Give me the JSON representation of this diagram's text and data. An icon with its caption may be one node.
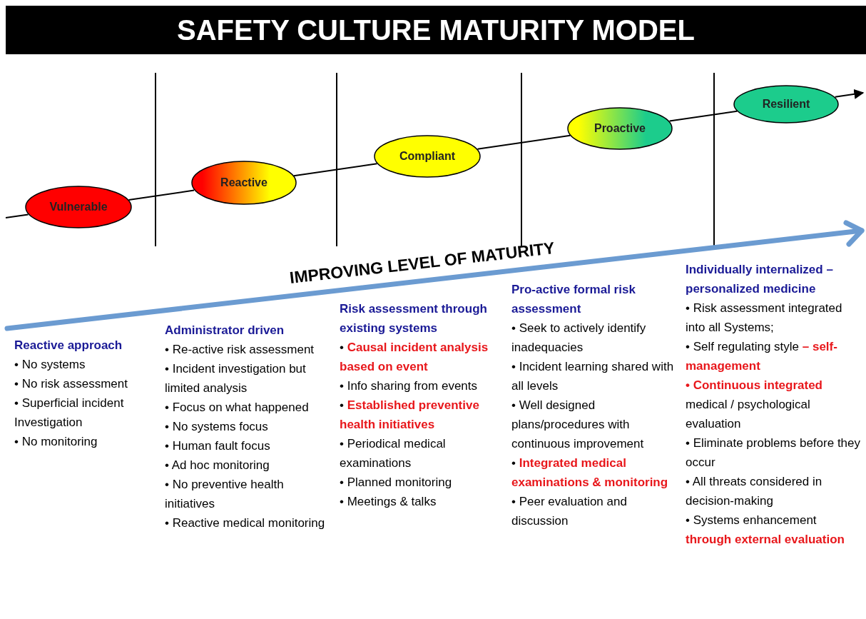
{
  "diagram": {
    "title": "SAFETY CULTURE MATURITY MODEL",
    "nodes": [
      {
        "text": [
          "Vulnerable"
        ]
      },
      {
        "text": [
          "Reactive"
        ]
      },
      {
        "text": [
          "Compliant"
        ]
      },
      {
        "text": [
          "Proactive"
        ]
      },
      {
        "text": [
          "Resilient"
        ]
      }
    ],
    "edges": [
      {
        "from": null,
        "to": 0,
        "arrow": "none"
      },
      {
        "from": 0,
        "to": 1,
        "arrow": "none"
      },
      {
        "from": 1,
        "to": 2,
        "arrow": "none"
      },
      {
        "from": 2,
        "to": 3,
        "arrow": "none"
      },
      {
        "from": 3,
        "to": 4,
        "arrow": "none"
      },
      {
        "from": 4,
        "to": null,
        "arrow": "to"
      }
    ],
    "labels": [
      "IMPROVING LEVEL OF MATURITY",
      "Reactive approach",
      "• No systems",
      "• No risk assessment",
      "• Superficial incident Investigation",
      "• No monitoring",
      "Administrator driven",
      "• Re-active risk assessment",
      "• Incident investigation but limited analysis",
      "• Focus on what happened",
      "• No systems focus",
      "• Human fault focus",
      "• Ad hoc monitoring",
      "• No preventive health initiatives",
      "• Reactive medical monitoring",
      "Risk assessment through existing systems",
      "• **Causal incident analysis based on event**",
      "• Info sharing from events",
      "• **Established preventive health initiatives**",
      "• Periodical medical examinations",
      "• Planned monitoring",
      "• Meetings & talks",
      "Pro-active formal risk assessment",
      "• Seek to actively identify inadequacies",
      "• Incident learning shared with all levels",
      "• Well designed plans/procedures with continuous improvement",
      "• **Integrated medical examinations & monitoring**",
      "• Peer evaluation and discussion",
      "Individually internalized – personalized medicine",
      "• Risk assessment integrated into all Systems;",
      "• Self regulating style **– self-management**",
      "**• Continuous integrated** medical / psychological evaluation",
      "• Eliminate problems before they occur",
      "• All threats considered in decision-making",
      "• Systems enhancement **through external evaluation**"
    ]
  }
}
